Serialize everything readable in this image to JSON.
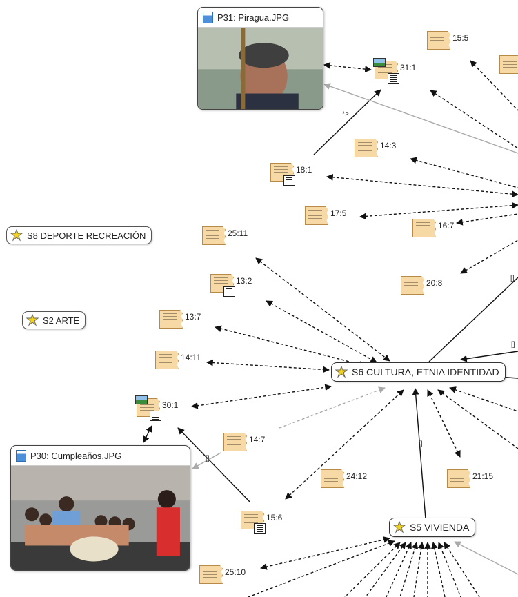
{
  "documents": [
    {
      "id": "p31",
      "label": "P31: Piragua.JPG"
    },
    {
      "id": "p30",
      "label": "P30: Cumpleaños.JPG"
    }
  ],
  "codes": [
    {
      "id": "s8",
      "label": "S8 DEPORTE RECREACIÓN"
    },
    {
      "id": "s2",
      "label": "S2 ARTE"
    },
    {
      "id": "s6",
      "label": "S6 CULTURA, ETNIA IDENTIDAD"
    },
    {
      "id": "s5",
      "label": "S5 VIVIENDA"
    }
  ],
  "quotations": [
    {
      "id": "q15_5",
      "label": "15:5",
      "badge": "none"
    },
    {
      "id": "q31_1",
      "label": "31:1",
      "badge": "image"
    },
    {
      "id": "q14_3",
      "label": "14:3",
      "badge": "none"
    },
    {
      "id": "q18_1",
      "label": "18:1",
      "badge": "doc"
    },
    {
      "id": "q17_5",
      "label": "17:5",
      "badge": "none"
    },
    {
      "id": "q16_7",
      "label": "16:7",
      "badge": "none"
    },
    {
      "id": "q25_11",
      "label": "25:11",
      "badge": "none"
    },
    {
      "id": "q13_2",
      "label": "13:2",
      "badge": "doc"
    },
    {
      "id": "q20_8",
      "label": "20:8",
      "badge": "none"
    },
    {
      "id": "q13_7",
      "label": "13:7",
      "badge": "none"
    },
    {
      "id": "q14_11",
      "label": "14:11",
      "badge": "none"
    },
    {
      "id": "q30_1",
      "label": "30:1",
      "badge": "image"
    },
    {
      "id": "q14_7",
      "label": "14:7",
      "badge": "none"
    },
    {
      "id": "q24_12",
      "label": "24:12",
      "badge": "none"
    },
    {
      "id": "q21_15",
      "label": "21:15",
      "badge": "none"
    },
    {
      "id": "q15_6",
      "label": "15:6",
      "badge": "doc"
    },
    {
      "id": "q25_10",
      "label": "25:10",
      "badge": "none"
    }
  ],
  "edge_labels": {
    "star": "*>",
    "bracket1": "[]",
    "bracket2": "[]",
    "bracket3": "[]",
    "bracket4": "[]"
  },
  "colors": {
    "edge": "#111111",
    "edge_gray": "#aaaaaa",
    "quote_fill": "#f7d9a6",
    "code_icon": "#f2d21b"
  }
}
